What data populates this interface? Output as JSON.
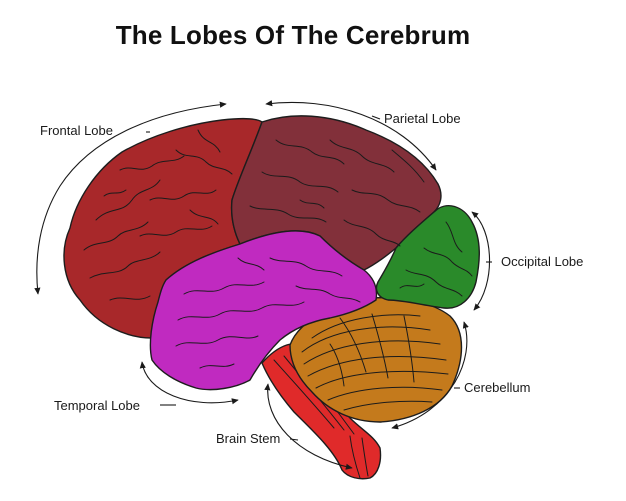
{
  "title": "The Lobes Of The Cerebrum",
  "labels": {
    "frontal": "Frontal Lobe",
    "parietal": "Parietal Lobe",
    "occipital": "Occipital Lobe",
    "temporal": "Temporal Lobe",
    "cerebellum": "Cerebellum",
    "brain_stem": "Brain Stem"
  },
  "colors": {
    "frontal": "#a8282a",
    "parietal": "#82303a",
    "occipital": "#2a8a2a",
    "temporal": "#c02ac0",
    "cerebellum": "#c47a1c",
    "brain_stem": "#e02a2a"
  }
}
